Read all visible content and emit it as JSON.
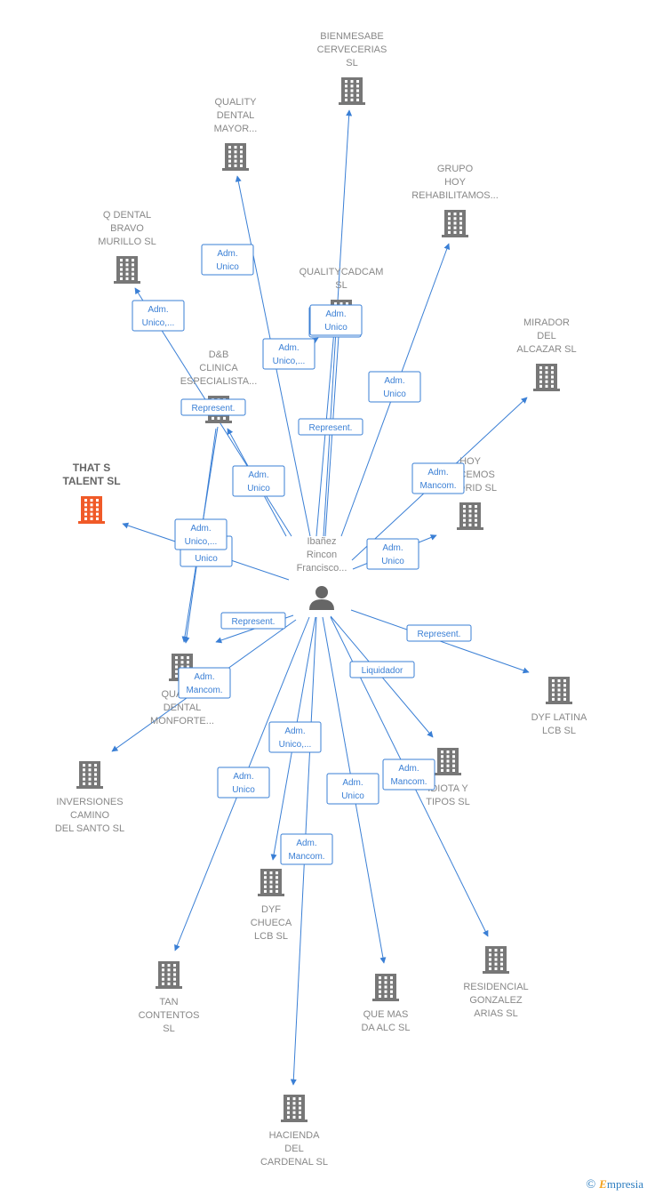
{
  "center": {
    "id": "person",
    "label": [
      "Ibañez",
      "Rincon",
      "Francisco..."
    ],
    "icon": "person-icon"
  },
  "nodes": [
    {
      "id": "bienmesabe",
      "label": [
        "BIENMESABE",
        "CERVECERIAS",
        "SL"
      ],
      "icon": "building-icon"
    },
    {
      "id": "quality_mayor",
      "label": [
        "QUALITY",
        "DENTAL",
        "MAYOR..."
      ],
      "icon": "building-icon"
    },
    {
      "id": "grupo_hoy",
      "label": [
        "GRUPO",
        "HOY",
        "REHABILITAMOS..."
      ],
      "icon": "building-icon"
    },
    {
      "id": "q_dental_bravo",
      "label": [
        "Q DENTAL",
        "BRAVO",
        "MURILLO  SL"
      ],
      "icon": "building-icon"
    },
    {
      "id": "qualitycadcam",
      "label": [
        "QUALITYCADCAM",
        "SL"
      ],
      "icon": "building-icon"
    },
    {
      "id": "mirador",
      "label": [
        "MIRADOR",
        "DEL",
        "ALCAZAR SL"
      ],
      "icon": "building-icon"
    },
    {
      "id": "db_clinica",
      "label": [
        "D&B",
        "CLINICA",
        "ESPECIALISTA..."
      ],
      "icon": "building-icon"
    },
    {
      "id": "hoy_hacemos",
      "label": [
        "HOY",
        "HACEMOS",
        "MADRID SL"
      ],
      "icon": "building-icon"
    },
    {
      "id": "that_s_talent",
      "label": [
        "THAT S",
        "TALENT  SL"
      ],
      "icon": "building-icon",
      "highlight": true
    },
    {
      "id": "quality_monforte",
      "label": [
        "QUALITY",
        "DENTAL",
        "MONFORTE..."
      ],
      "icon": "building-icon"
    },
    {
      "id": "dyf_latina",
      "label": [
        "DYF LATINA",
        "LCB  SL"
      ],
      "icon": "building-icon"
    },
    {
      "id": "inversiones",
      "label": [
        "INVERSIONES",
        "CAMINO",
        "DEL SANTO SL"
      ],
      "icon": "building-icon"
    },
    {
      "id": "idiota_tipos",
      "label": [
        "IDIOTA Y",
        "TIPOS SL"
      ],
      "icon": "building-icon"
    },
    {
      "id": "dyf_chueca",
      "label": [
        "DYF",
        "CHUECA",
        "LCB  SL"
      ],
      "icon": "building-icon"
    },
    {
      "id": "tan_contentos",
      "label": [
        "TAN",
        "CONTENTOS",
        "SL"
      ],
      "icon": "building-icon"
    },
    {
      "id": "que_mas_da",
      "label": [
        "QUE MAS",
        "DA ALC  SL"
      ],
      "icon": "building-icon"
    },
    {
      "id": "residencial",
      "label": [
        "RESIDENCIAL",
        "GONZALEZ",
        "ARIAS SL"
      ],
      "icon": "building-icon"
    },
    {
      "id": "hacienda",
      "label": [
        "HACIENDA",
        "DEL",
        "CARDENAL SL"
      ],
      "icon": "building-icon"
    }
  ],
  "edges": [
    {
      "to": "bienmesabe",
      "label": [
        "Adm.",
        "Unico"
      ]
    },
    {
      "to": "quality_mayor",
      "label": [
        "Adm.",
        "Unico"
      ]
    },
    {
      "to": "grupo_hoy",
      "label": [
        "Adm.",
        "Unico"
      ]
    },
    {
      "to": "q_dental_bravo",
      "label": [
        "Adm.",
        "Unico,..."
      ]
    },
    {
      "to": "qualitycadcam",
      "label": [
        "Adm.",
        "Unico"
      ]
    },
    {
      "to": "qualitycadcam",
      "label": [
        "Represent."
      ]
    },
    {
      "to": "qualitycadcam",
      "label": [
        "Adm.",
        "Unico,..."
      ]
    },
    {
      "to": "mirador",
      "label": [
        "Adm.",
        "Mancom."
      ]
    },
    {
      "to": "db_clinica",
      "label": [
        "Adm.",
        "Unico"
      ]
    },
    {
      "to": "db_clinica",
      "label": [
        "Represent."
      ]
    },
    {
      "to": "hoy_hacemos",
      "label": [
        "Adm.",
        "Unico"
      ]
    },
    {
      "to": "that_s_talent",
      "label": [
        "Adm.",
        "Unico"
      ]
    },
    {
      "to": "quality_monforte",
      "label": [
        "Adm.",
        "Unico,..."
      ]
    },
    {
      "to": "quality_monforte",
      "label": [
        "Represent."
      ]
    },
    {
      "to": "dyf_latina",
      "label": [
        "Represent."
      ]
    },
    {
      "to": "inversiones",
      "label": [
        "Adm.",
        "Mancom."
      ]
    },
    {
      "to": "idiota_tipos",
      "label": [
        "Liquidador"
      ]
    },
    {
      "to": "dyf_chueca",
      "label": [
        "Adm.",
        "Unico,..."
      ]
    },
    {
      "to": "tan_contentos",
      "label": [
        "Adm.",
        "Unico"
      ]
    },
    {
      "to": "que_mas_da",
      "label": [
        "Adm.",
        "Unico"
      ]
    },
    {
      "to": "residencial",
      "label": [
        "Adm.",
        "Mancom."
      ]
    },
    {
      "to": "hacienda",
      "label": [
        "Adm.",
        "Mancom."
      ]
    }
  ],
  "colors": {
    "edge": "#3a7fd5",
    "building": "#777777",
    "highlight": "#f05a28",
    "person": "#666666"
  },
  "brand": {
    "copyright": "©",
    "e": "E",
    "rest": "mpresia"
  }
}
